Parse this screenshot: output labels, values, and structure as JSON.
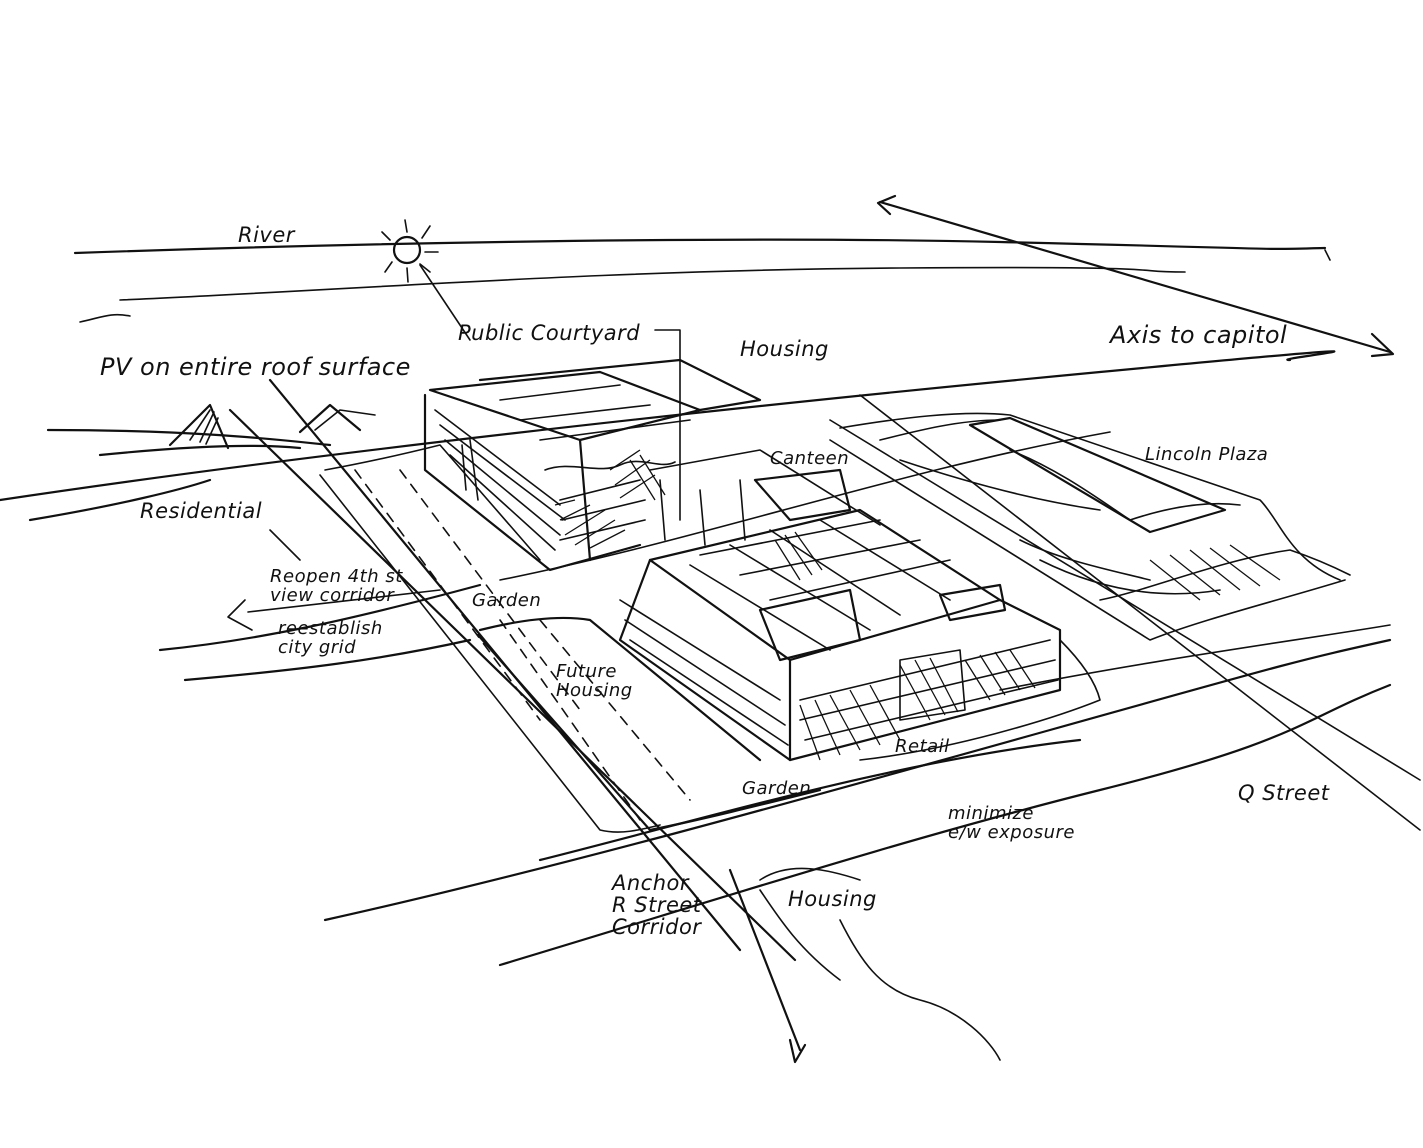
{
  "labels": {
    "river": "River",
    "axis_to_capitol": "Axis to capitol",
    "pv_roof": "PV on entire roof surface",
    "public_courtyard": "Public Courtyard",
    "housing_top": "Housing",
    "canteen": "Canteen",
    "lincoln_plaza": "Lincoln Plaza",
    "residential": "Residential",
    "reopen_view": "Reopen 4th st\nview corridor",
    "reestablish_grid": "reestablish\ncity grid",
    "garden_top": "Garden",
    "future_housing": "Future\nHousing",
    "retail": "Retail",
    "garden_bottom": "Garden",
    "q_street": "Q Street",
    "minimize_exposure": "minimize\ne/w exposure",
    "anchor_corridor": "Anchor\nR Street\nCorridor",
    "housing_bottom": "Housing"
  },
  "colors": {
    "ink": "#111111",
    "paper": "#ffffff"
  }
}
